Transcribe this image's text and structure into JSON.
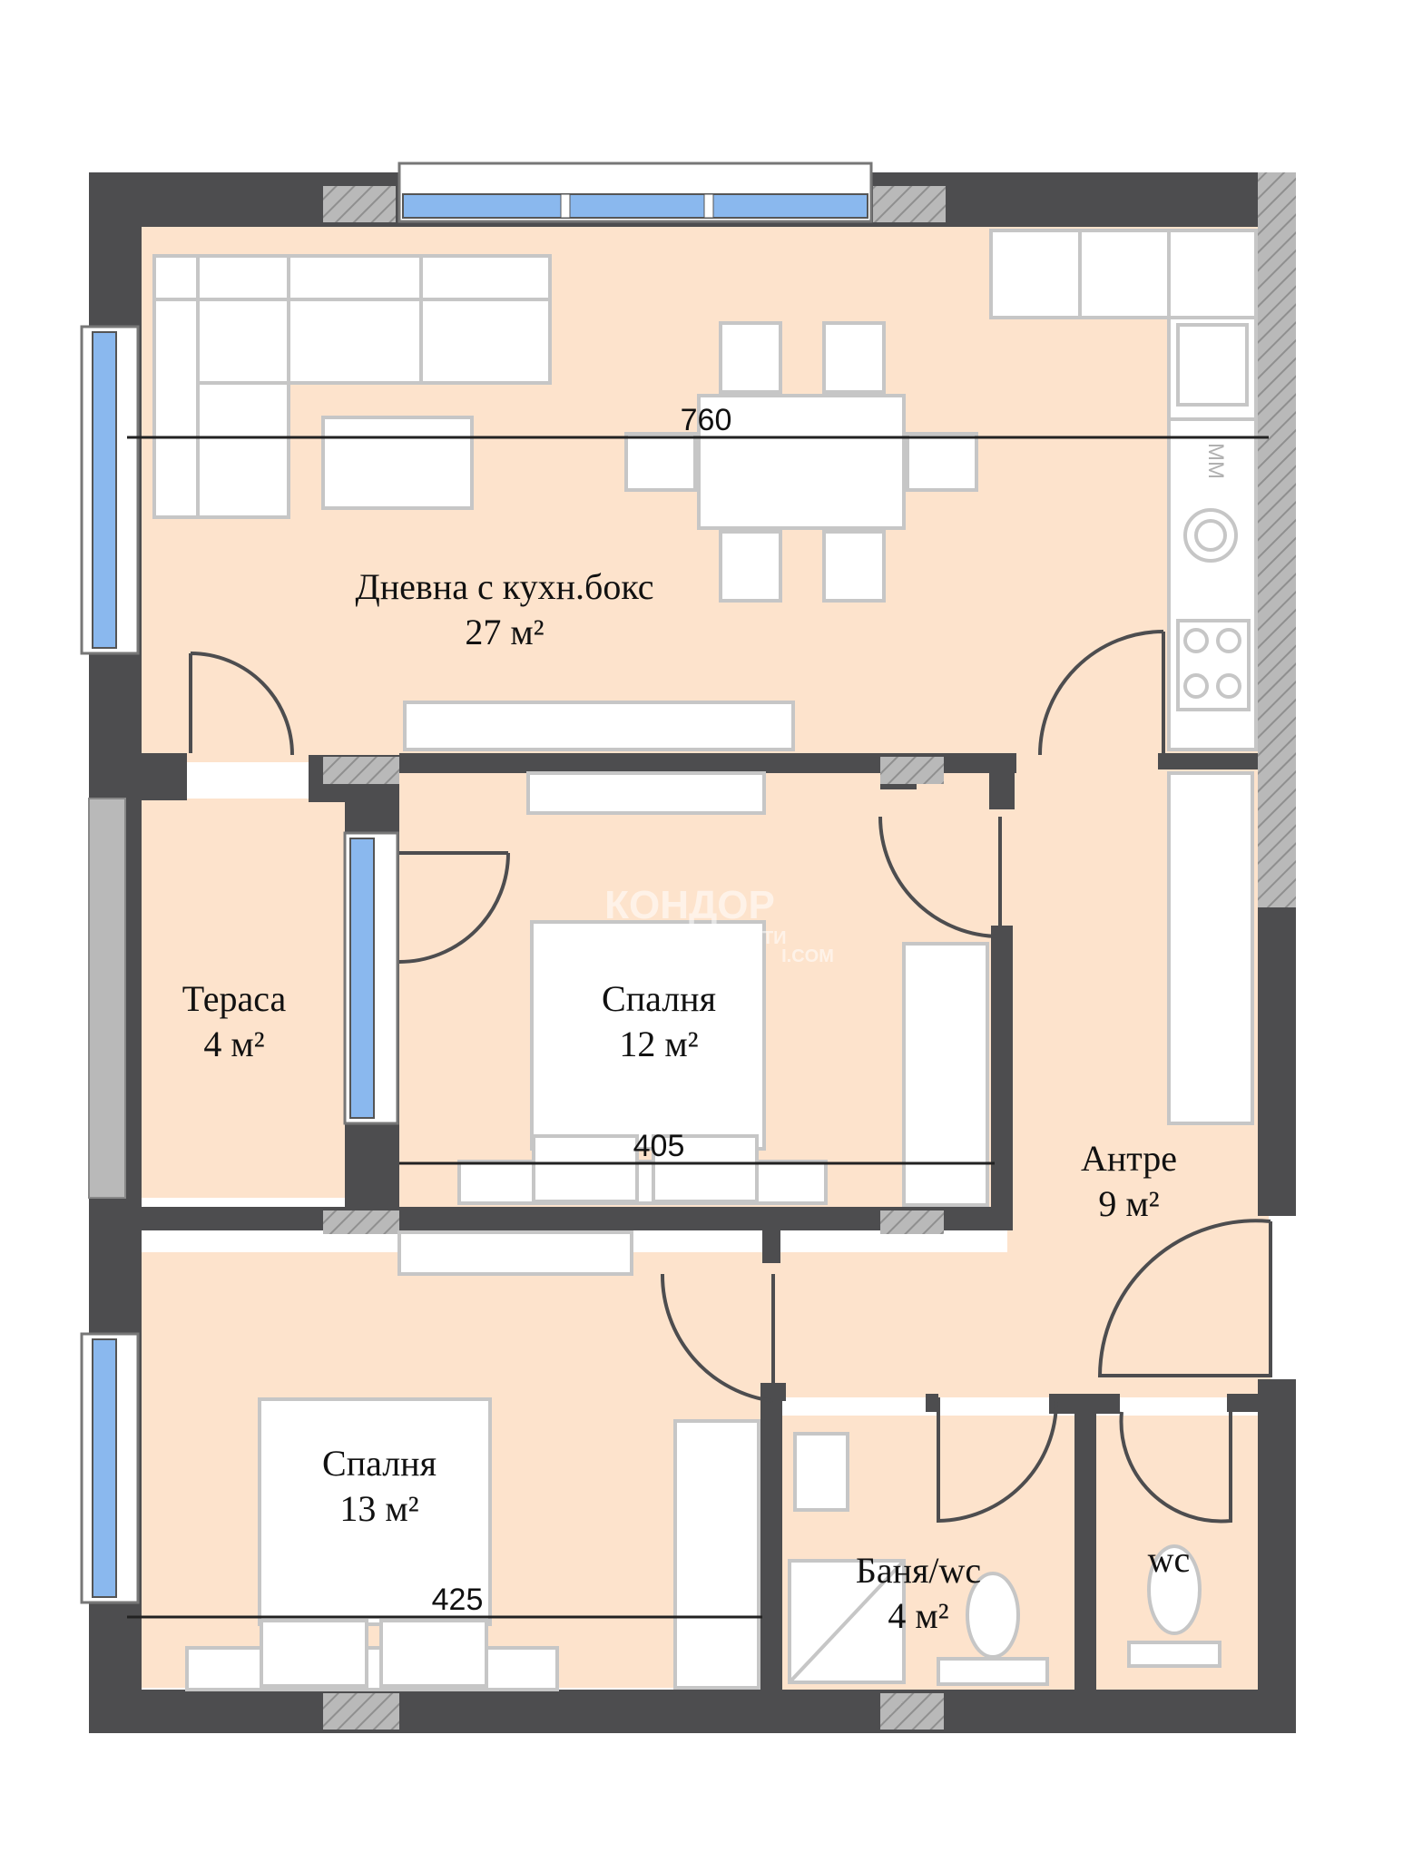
{
  "rooms": {
    "living": {
      "name": "Дневна с кухн.бокс",
      "area": "27 м²"
    },
    "terrace": {
      "name": "Тераса",
      "area": "4 м²"
    },
    "bedroom1": {
      "name": "Спалня",
      "area": "12 м²"
    },
    "hall": {
      "name": "Антре",
      "area": "9 м²"
    },
    "bedroom2": {
      "name": "Спалня",
      "area": "13 м²"
    },
    "bathroom": {
      "name": "Баня/wc",
      "area": "4 м²"
    },
    "wc": {
      "name": "wc"
    }
  },
  "dimensions": {
    "living_width": "760",
    "bedroom1_width": "405",
    "bedroom2_width": "425"
  },
  "watermark": {
    "brand": "КОНДОР",
    "subtitle": "НЕДВИЖИМИ ИМОТИ",
    "domain": "I.COM"
  },
  "appliance_mark": "MM",
  "colors": {
    "floor": "#fde3cc",
    "wall": "#4d4d4f",
    "window_glass": "#8ab8ee",
    "furniture": "#c6c6c6"
  }
}
